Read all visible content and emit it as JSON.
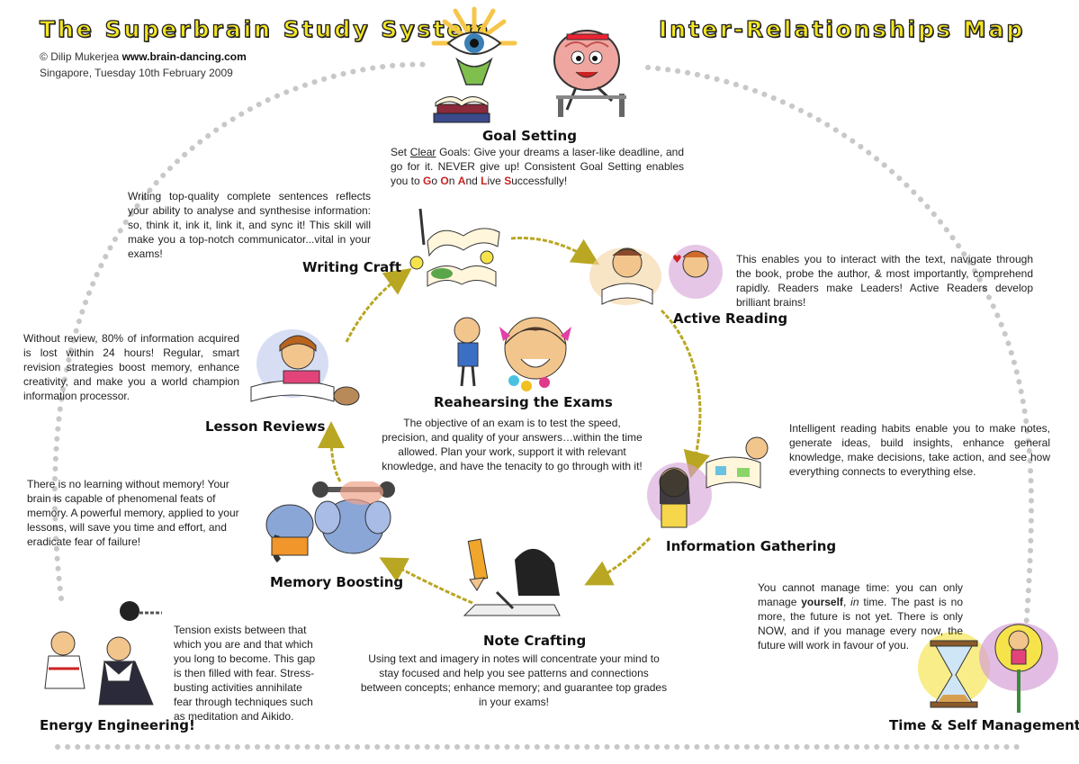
{
  "header": {
    "title_left": "The Superbrain Study System",
    "title_right": "Inter-Relationships Map",
    "copyright_symbol": "©",
    "author": "Dilip Mukerjea",
    "website": "www.brain-dancing.com",
    "place_date": "Singapore, Tuesday 10th February 2009"
  },
  "nodes": {
    "goal_setting": {
      "title": "Goal Setting",
      "desc_set": "Set",
      "desc_clear": "Clear",
      "desc_rest1": "Goals: Give your dreams a laser-like deadline, and go for it. NEVER give up! Consistent Goal Setting enables you to",
      "acro_g": "G",
      "acro_g_rest": "o",
      "acro_o": "O",
      "acro_o_rest": "n",
      "acro_a": "A",
      "acro_a_rest": "nd",
      "acro_l": "L",
      "acro_l_rest": "ive",
      "acro_s": "S",
      "acro_s_rest": "uccessfully!"
    },
    "writing_craft": {
      "title": "Writing Craft",
      "desc": "Writing top-quality complete sentences reflects your ability to analyse and synthesise information: so, think it, ink it, link it, and sync it! This skill will make you a top-notch communicator...vital in your exams!"
    },
    "active_reading": {
      "title": "Active Reading",
      "desc": "This enables you to interact with the text, navigate through the book, probe the author, & most importantly, comprehend rapidly. Readers make Leaders! Active Readers develop brilliant brains!"
    },
    "lesson_reviews": {
      "title": "Lesson Reviews",
      "desc": "Without review, 80% of information acquired is lost within 24 hours! Regular, smart revision strategies boost memory, enhance creativity, and make you a world champion information processor."
    },
    "rehearsing": {
      "title": "Reahearsing the Exams",
      "desc": "The objective of an exam is to test the speed, precision, and quality of your answers…within the time allowed. Plan your work, support it with relevant knowledge, and have the tenacity to go through with it!"
    },
    "information_gathering": {
      "title": "Information Gathering",
      "desc": "Intelligent reading habits enable you to make notes, generate ideas, build insights, enhance general knowledge, make decisions, take action, and see how everything connects to everything else."
    },
    "memory_boosting": {
      "title": "Memory Boosting",
      "desc": "There is no learning without memory! Your brain is capable of phenomenal feats of memory. A powerful memory, applied to your lessons, will save you time and effort, and eradicate fear of failure!"
    },
    "note_crafting": {
      "title": "Note Crafting",
      "desc": "Using text and imagery in notes will concentrate your mind to stay focused and help you see patterns and connections between concepts; enhance memory; and guarantee top grades in your exams!"
    },
    "energy_engineering": {
      "title": "Energy Engineering!",
      "desc": "Tension exists between that which you are and that which you long to become. This gap is then filled with fear. Stress-busting activities annihilate fear through techniques such as meditation and Aikido."
    },
    "time_management": {
      "title": "Time & Self Management",
      "desc_a": "You cannot manage time: you can only manage",
      "desc_bold": "yourself",
      "desc_b": ",",
      "desc_italic": "in",
      "desc_c": "time. The past is no more, the future is not yet. There is only NOW, and if you manage every now, the future will work in favour of you."
    }
  },
  "colors": {
    "banner_fill": "#f4e623",
    "arrow": "#b9a623",
    "dots": "#c8c8c8",
    "acronym": "#cc2222"
  },
  "icons": [
    "eye-icon",
    "light-bulb-icon",
    "book-icon",
    "brain-mascot-icon",
    "hourglass-icon",
    "ball-and-chain-icon"
  ]
}
